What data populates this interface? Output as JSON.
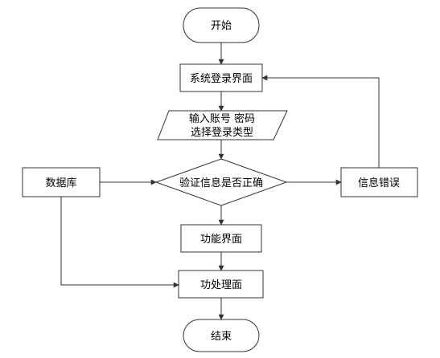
{
  "flowchart": {
    "start": "开始",
    "login_screen": "系统登录界面",
    "input_line1": "输入账号 密码",
    "input_line2": "选择登录类型",
    "verify": "验证信息是否正确",
    "database": "数据库",
    "info_error": "信息错误",
    "function_screen": "功能界面",
    "process": "功处理面",
    "end": "结束"
  }
}
